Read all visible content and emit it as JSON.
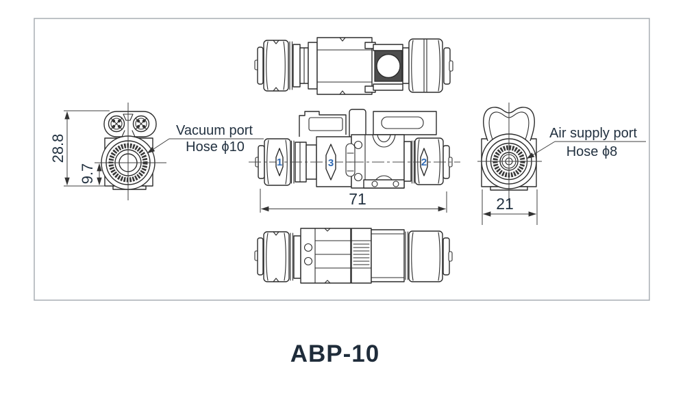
{
  "title": "ABP-10",
  "callouts": {
    "vacuum": {
      "line1": "Vacuum port",
      "line2": "Hose ϕ10"
    },
    "air": {
      "line1": "Air supply port",
      "line2": "Hose ϕ8"
    }
  },
  "dimensions": {
    "overall_height": "28.8",
    "center_height": "9.7",
    "overall_length": "71",
    "end_view_width": "21"
  },
  "ports": {
    "p1": "1",
    "p2": "2",
    "p3": "3"
  },
  "colors": {
    "line": "#2b2b2b",
    "text": "#223140",
    "port_number": "#2f6ab4",
    "frame_border": "#a8aeb3",
    "knurl_ring": "#383838"
  }
}
